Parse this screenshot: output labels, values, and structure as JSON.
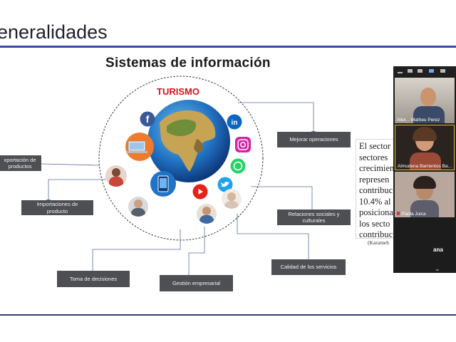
{
  "slide": {
    "title": "eneralidades",
    "heading": "Sistemas de información",
    "center_label": "TURISMO",
    "boxes": {
      "exportacion": "xportación de\nproductos",
      "importaciones": "Importaciones de\nproducto",
      "toma": "Toma de decisiones",
      "gestion": "Gestión empresarial",
      "calidad": "Calidad de los servicios",
      "relaciones": "Relaciones sociales y\nculturales",
      "mejorar": "Mejorar operaciones"
    },
    "side_text": {
      "lines": [
        "El sector",
        "sectores",
        "crecimien",
        "represen",
        "contribuc",
        "10.4% al",
        "posiciona",
        "los secto",
        "contribuc"
      ],
      "citation": "(Karameh"
    },
    "icons": [
      "facebook-icon",
      "linkedin-icon",
      "instagram-icon",
      "whatsapp-icon",
      "twitter-icon",
      "youtube-icon",
      "laptop-icon",
      "phone-icon",
      "globe-icon"
    ]
  },
  "zoom": {
    "participants": [
      {
        "name": "Alex... Matheu Perez"
      },
      {
        "name": "Almudena Barrientos Ba..."
      },
      {
        "name": "Paola Juica"
      }
    ],
    "self_label": "ana"
  },
  "colors": {
    "title_rule": "#3a4aa8",
    "box_fill": "#4d4f53",
    "turismo": "#d3141a",
    "zoom_bg": "#1c1c1c"
  }
}
